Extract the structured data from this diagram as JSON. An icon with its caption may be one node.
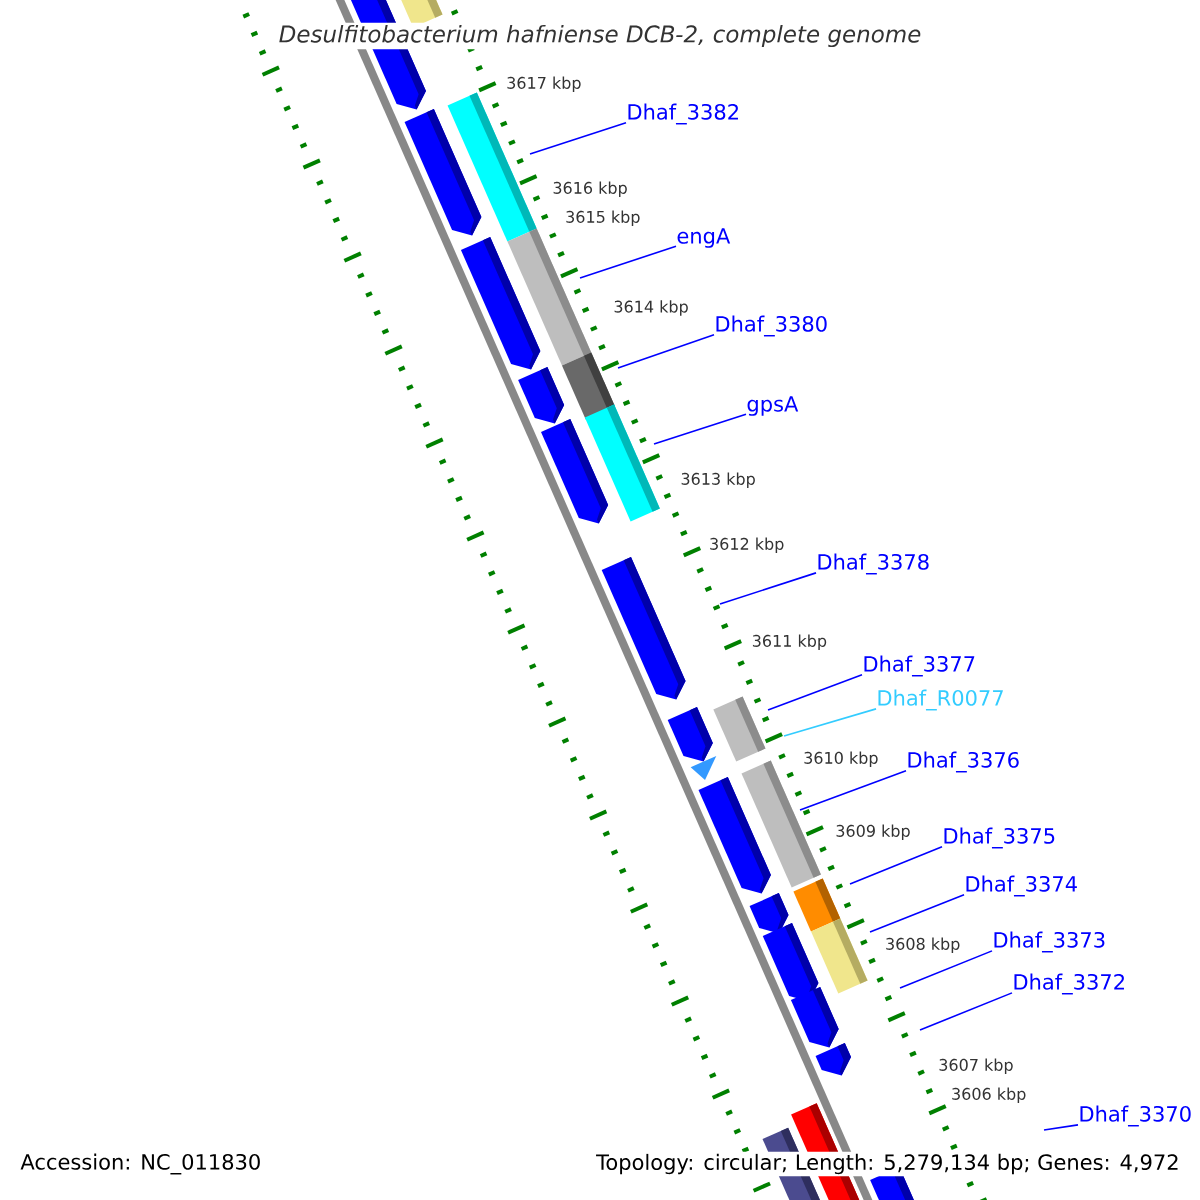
{
  "diagram": {
    "title": "Desulfitobacterium hafniense DCB-2, complete genome",
    "nodes": [
      {
        "text": [
          "Dhaf_3382"
        ]
      },
      {
        "text": [
          "engA"
        ]
      },
      {
        "text": [
          "Dhaf_3380"
        ]
      },
      {
        "text": [
          "gpsA"
        ]
      },
      {
        "text": [
          "Dhaf_3378"
        ]
      },
      {
        "text": [
          "Dhaf_3377"
        ]
      },
      {
        "text": [
          "Dhaf_R0077"
        ]
      },
      {
        "text": [
          "Dhaf_3376"
        ]
      },
      {
        "text": [
          "Dhaf_3375"
        ]
      },
      {
        "text": [
          "Dhaf_3374"
        ]
      },
      {
        "text": [
          "Dhaf_3373"
        ]
      },
      {
        "text": [
          "Dhaf_3372"
        ]
      },
      {
        "text": [
          "Dhaf_3370"
        ]
      }
    ],
    "edges": [
      {
        "from": 0,
        "to": null,
        "arrow": "none"
      },
      {
        "from": 1,
        "to": null,
        "arrow": "none"
      },
      {
        "from": 2,
        "to": null,
        "arrow": "none"
      },
      {
        "from": 3,
        "to": null,
        "arrow": "none"
      },
      {
        "from": 4,
        "to": null,
        "arrow": "none"
      },
      {
        "from": 5,
        "to": null,
        "arrow": "none"
      },
      {
        "from": 6,
        "to": null,
        "arrow": "none",
        "color": "#33ccff"
      },
      {
        "from": 7,
        "to": null,
        "arrow": "none"
      },
      {
        "from": 8,
        "to": null,
        "arrow": "none"
      },
      {
        "from": 9,
        "to": null,
        "arrow": "none"
      },
      {
        "from": 10,
        "to": null,
        "arrow": "none"
      },
      {
        "from": 11,
        "to": null,
        "arrow": "none"
      },
      {
        "from": 12,
        "to": null,
        "arrow": "none"
      }
    ],
    "labels": [
      "3617 kbp",
      "3616 kbp",
      "3615 kbp",
      "3614 kbp",
      "3613 kbp",
      "3612 kbp",
      "3611 kbp",
      "3610 kbp",
      "3609 kbp",
      "3608 kbp",
      "3607 kbp",
      "3606 kbp",
      "Accession: NC_011830",
      "Topology: circular; Length: 5,279,134 bp; Genes: 4,972"
    ]
  }
}
